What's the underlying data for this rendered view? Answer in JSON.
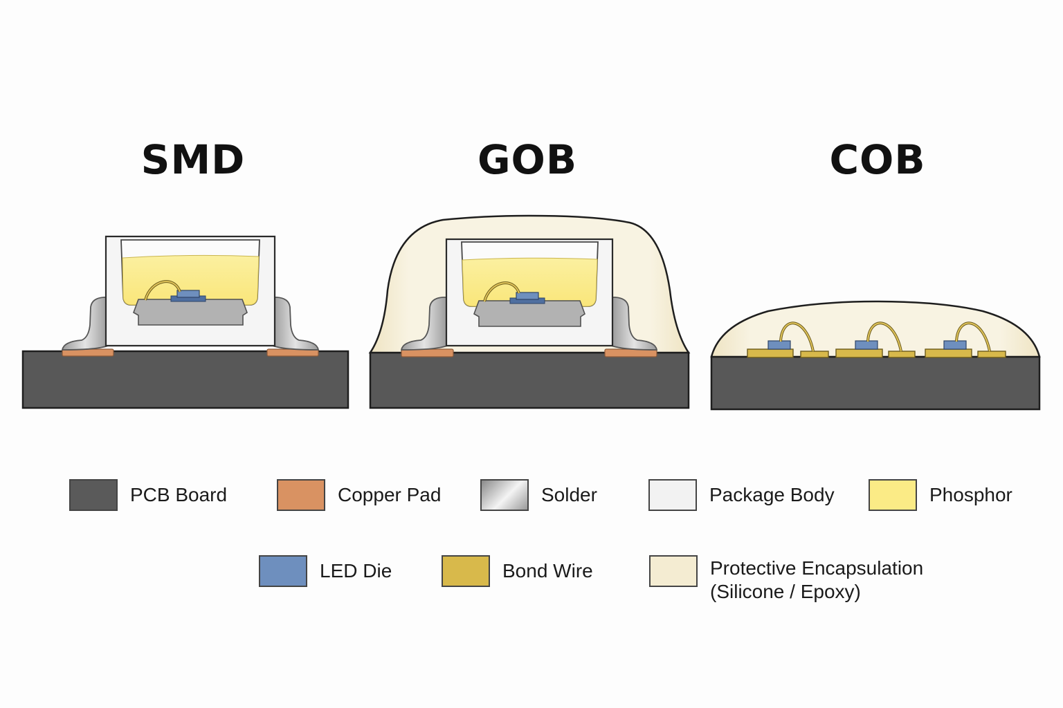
{
  "packages": [
    {
      "id": "smd",
      "title": "SMD"
    },
    {
      "id": "gob",
      "title": "GOB"
    },
    {
      "id": "cob",
      "title": "COB"
    }
  ],
  "legend": [
    {
      "key": "pcb",
      "label": "PCB Board",
      "color": "#5a5a5a"
    },
    {
      "key": "copper",
      "label": "Copper Pad",
      "color": "#d99262"
    },
    {
      "key": "solder",
      "label": "Solder",
      "color": "#b5b5b5"
    },
    {
      "key": "package",
      "label": "Package Body",
      "color": "#f2f2f2"
    },
    {
      "key": "phosphor",
      "label": "Phosphor",
      "color": "#fbeb86"
    },
    {
      "key": "die",
      "label": "LED Die",
      "color": "#6e8fbe"
    },
    {
      "key": "wire",
      "label": "Bond Wire",
      "color": "#d8b94b"
    },
    {
      "key": "encapsulation",
      "label": "Protective Encapsulation",
      "sublabel": "(Silicone / Epoxy)",
      "color": "#f4ecd2"
    }
  ]
}
